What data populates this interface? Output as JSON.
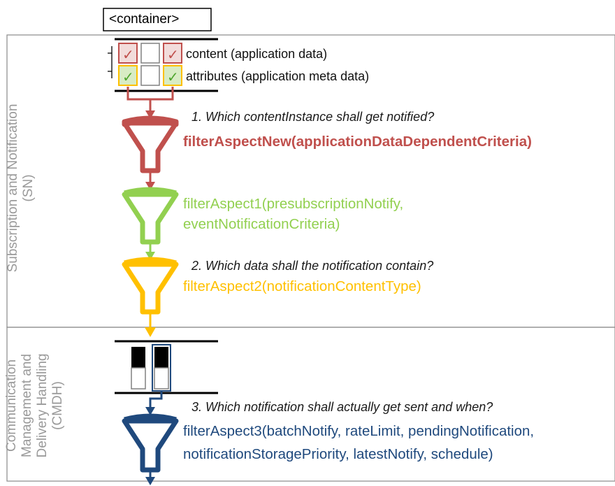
{
  "colors": {
    "red": "#c0504d",
    "green": "#92d050",
    "yellow": "#ffc000",
    "blue": "#1f497d",
    "gray_text": "#9a9a9a",
    "check_red_bg": "#f2dcdb",
    "check_green_bg": "#d8ecc4"
  },
  "container_label": "<container>",
  "legend": {
    "content": "content (application data)",
    "attributes": "attributes (application meta data)"
  },
  "sections": {
    "sn": {
      "line1": "Subscription and Notification",
      "line2": "(SN)"
    },
    "cmdh": {
      "line1": "Communication",
      "line2": "Management and",
      "line3": "Delivery Handling",
      "line4": "(CMDH)"
    }
  },
  "questions": {
    "q1": "1. Which contentInstance shall get notified?",
    "q2": "2. Which data shall the notification contain?",
    "q3": "3. Which notification shall actually get sent and when?"
  },
  "filters": {
    "new": "filterAspectNew(applicationDataDependentCriteria)",
    "aspect1_line1": "filterAspect1(presubscriptionNotify,",
    "aspect1_line2": "eventNotificationCriteria)",
    "aspect2": "filterAspect2(notificationContentType)",
    "aspect3_line1": "filterAspect3(batchNotify, rateLimit, pendingNotification,",
    "aspect3_line2": "notificationStoragePriority, latestNotify, schedule)"
  },
  "icons": {
    "check": "check-mark-icon",
    "funnel": "funnel-filter-icon",
    "arrow": "arrow-down-icon"
  }
}
